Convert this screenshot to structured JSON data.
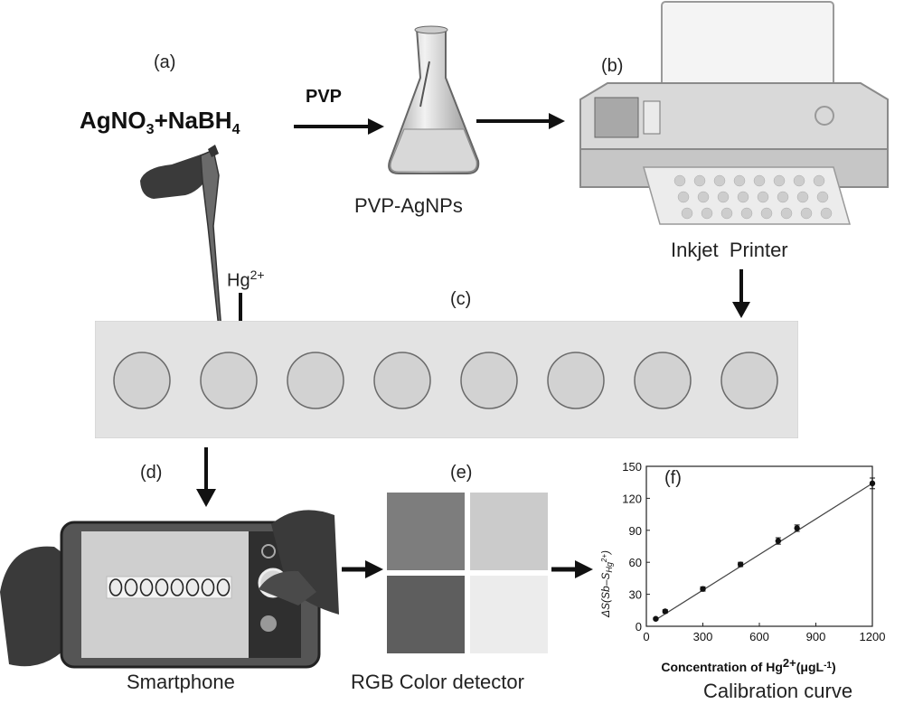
{
  "panels": {
    "a": "(a)",
    "b": "(b)",
    "c": "(c)",
    "d": "(d)",
    "e": "(e)",
    "f": "(f)"
  },
  "reaction": {
    "reactant1": "AgNO",
    "sub1": "3",
    "plus": "+NaBH",
    "sub2": "4",
    "reagent": "PVP",
    "product": "PVP-AgNPs"
  },
  "printer": {
    "label_left": "Inkjet",
    "label_right": "Printer"
  },
  "pipette": {
    "ion": "Hg",
    "charge": "2+"
  },
  "strip": {
    "spot_count": 8
  },
  "phone": {
    "caption": "Smartphone",
    "spot_count": 8
  },
  "rgb": {
    "caption": "RGB Color detector",
    "swatches": [
      "#7d7d7d",
      "#cbcbcb",
      "#5e5e5e",
      "#ececec"
    ]
  },
  "chart_data": {
    "type": "scatter",
    "caption": "Calibration curve",
    "xlabel_prefix": "Concentration of Hg",
    "xlabel_sup": "2+",
    "xlabel_unit": "(μgL",
    "xlabel_unit_sup": "-1",
    "xlabel_unit_end": ")",
    "ylabel": "ΔS(Sb–S",
    "ylabel_sub": "Hg",
    "ylabel_sub_sup": "2+",
    "ylabel_end": ")",
    "xlim": [
      0,
      1200
    ],
    "ylim": [
      0,
      150
    ],
    "xticks": [
      "0",
      "300",
      "600",
      "900",
      "1200"
    ],
    "yticks": [
      "0",
      "30",
      "60",
      "90",
      "120",
      "150"
    ],
    "x": [
      50,
      100,
      300,
      500,
      700,
      800,
      1200
    ],
    "y": [
      7,
      14,
      35,
      58,
      80,
      92,
      134
    ],
    "yerr": [
      1,
      1.5,
      2,
      2,
      3,
      3,
      5
    ],
    "fit_line": [
      [
        40,
        5
      ],
      [
        1200,
        134
      ]
    ]
  }
}
